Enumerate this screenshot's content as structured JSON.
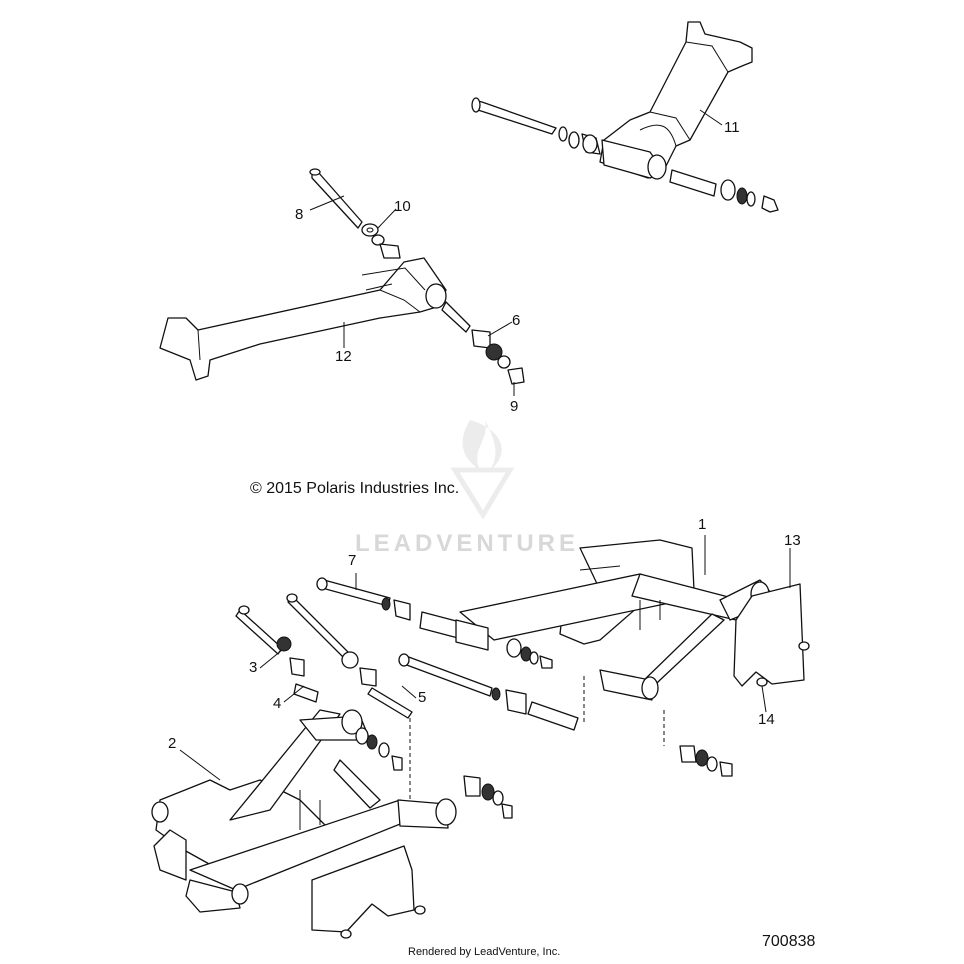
{
  "copyright": "© 2015 Polaris Industries Inc.",
  "diagram_number": "700838",
  "rendered_by": "Rendered by LeadVenture, Inc.",
  "watermark": "LEADVENTURE",
  "callouts": [
    {
      "id": "1",
      "label": "1"
    },
    {
      "id": "2",
      "label": "2"
    },
    {
      "id": "3",
      "label": "3"
    },
    {
      "id": "4",
      "label": "4"
    },
    {
      "id": "5",
      "label": "5"
    },
    {
      "id": "6",
      "label": "6"
    },
    {
      "id": "7",
      "label": "7"
    },
    {
      "id": "8",
      "label": "8"
    },
    {
      "id": "9",
      "label": "9"
    },
    {
      "id": "10",
      "label": "10"
    },
    {
      "id": "11",
      "label": "11"
    },
    {
      "id": "12",
      "label": "12"
    },
    {
      "id": "13",
      "label": "13"
    },
    {
      "id": "14",
      "label": "14"
    }
  ]
}
